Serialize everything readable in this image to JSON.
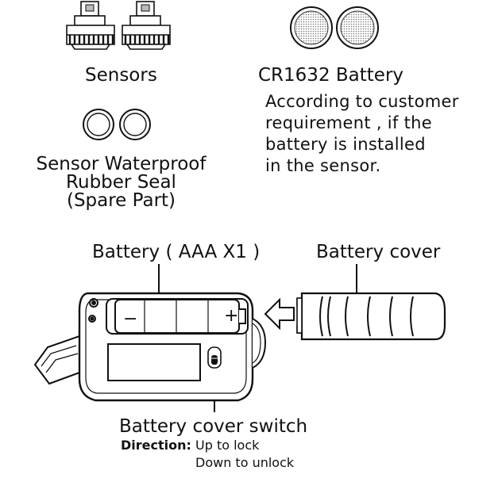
{
  "sensors": {
    "label": "Sensors"
  },
  "battery_cells": {
    "label": "CR1632 Battery",
    "note": [
      "According to customer",
      "requirement , if the",
      "battery is installed",
      "in the sensor."
    ]
  },
  "rubber_seal": {
    "label_lines": [
      "Sensor Waterproof",
      "Rubber Seal",
      "(Spare Part)"
    ]
  },
  "device": {
    "battery_label": "Battery ( AAA  X1 )",
    "cover_label": "Battery cover",
    "minus_sign": "−",
    "plus_sign": "+",
    "switch_label": "Battery  cover  switch",
    "direction_key": "Direction",
    "direction_sep": ":",
    "direction_lines": [
      "Up to lock",
      "Down to unlock"
    ]
  }
}
